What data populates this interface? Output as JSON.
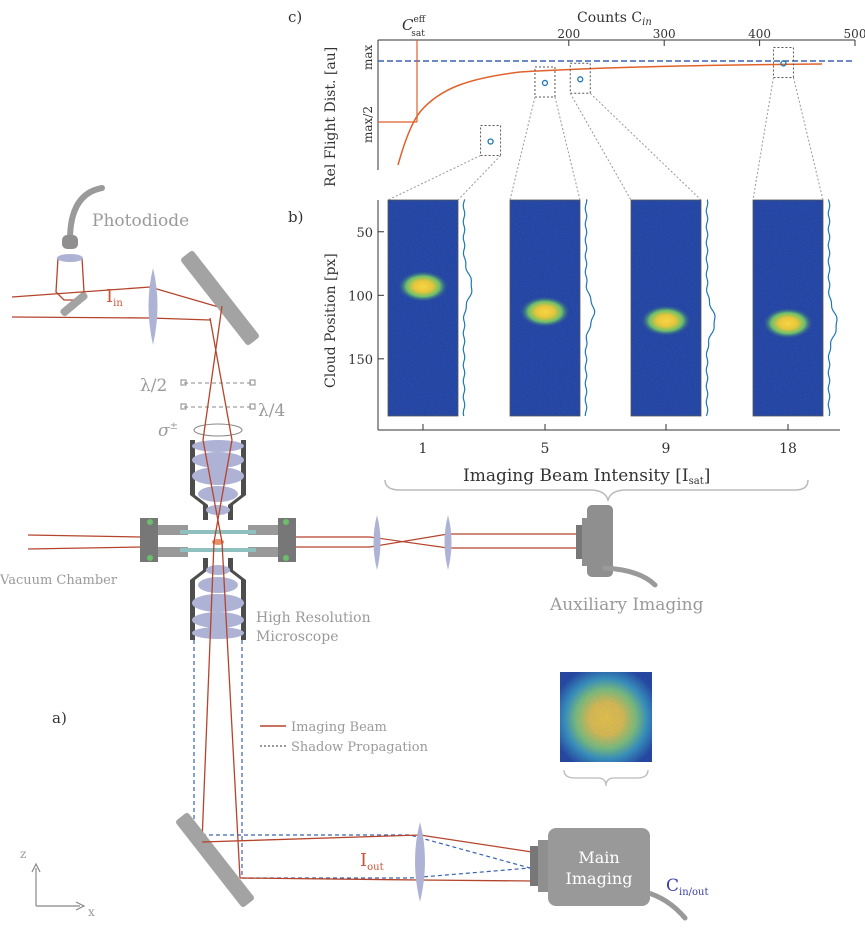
{
  "panel_labels": {
    "a": "a)",
    "b": "b)",
    "c": "c)"
  },
  "labels": {
    "photodiode": "Photodiode",
    "i_in": "I",
    "i_in_sub": "in",
    "lambda_half": "λ/2",
    "lambda_quarter": "λ/4",
    "sigma": "σ",
    "sigma_sup": "±",
    "vacuum_chamber": "Vacuum Chamber",
    "microscope_line1": "High Resolution",
    "microscope_line2": "Microscope",
    "aux_imaging": "Auxiliary Imaging",
    "legend_beam": "Imaging Beam",
    "legend_shadow": "Shadow Propagation",
    "i_out": "I",
    "i_out_sub": "out",
    "main_imaging_line1": "Main",
    "main_imaging_line2": "Imaging",
    "c_inout": "C",
    "c_inout_sub": "in/out",
    "axis_z": "z",
    "axis_x": "x"
  },
  "colors": {
    "beam": "#b5442c",
    "shadow": "#3a62b0",
    "optics": "#aeb3d6",
    "hardware": "#8f8f8f",
    "curve": "#e0622a",
    "marker": "#1f77b4"
  },
  "chart_data": [
    {
      "type": "line",
      "panel": "c",
      "xlabel": "Counts C",
      "xlabel_sub": "in",
      "ylabel": "Rel Flight Dist. [au]",
      "xticks": [
        200,
        300,
        400,
        500
      ],
      "yticks": [
        "max",
        "max/2"
      ],
      "annotation": "C",
      "annotation_sup": "eff",
      "annotation_sub": "sat",
      "points": [
        {
          "x": 118,
          "y": 0.34,
          "intensity": 1
        },
        {
          "x": 175,
          "y": 0.82,
          "intensity": 5
        },
        {
          "x": 212,
          "y": 0.85,
          "intensity": 9
        },
        {
          "x": 425,
          "y": 0.98,
          "intensity": 18
        }
      ]
    },
    {
      "type": "heatmap",
      "panel": "b",
      "ylabel": "Cloud Position [px]",
      "yticks": [
        50,
        100,
        150
      ],
      "categories": [
        "1",
        "5",
        "9",
        "18"
      ],
      "xlabel": "Imaging Beam Intensity [I",
      "xlabel_sub": "sat",
      "xlabel_end": "]",
      "cloud_positions": [
        93,
        113,
        120,
        122
      ]
    }
  ]
}
